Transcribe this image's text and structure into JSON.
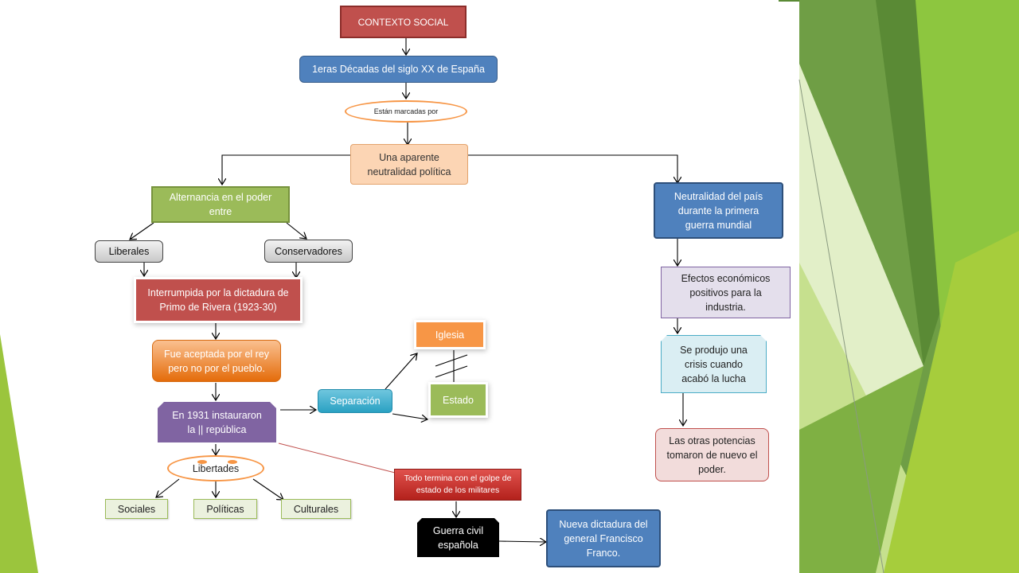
{
  "colors": {
    "accent_green": "#8dc63f",
    "node_red": "#c0504d",
    "node_blue": "#4f81bd",
    "node_green": "#9bbb59",
    "node_purple": "#8064a2",
    "node_orange": "#f79646"
  },
  "diagram": {
    "title": "CONTEXTO SOCIAL",
    "decadas": "1eras Décadas del siglo XX de España",
    "marcadas": "Están marcadas por",
    "neutralidad": "Una aparente neutralidad política",
    "alternancia": "Alternancia en el poder entre",
    "liberales": "Liberales",
    "conservadores": "Conservadores",
    "interrumpida": "Interrumpida por la dictadura de Primo de Rivera (1923-30)",
    "aceptada": "Fue aceptada por el rey pero no por el pueblo.",
    "republica": "En 1931 instauraron la || república",
    "separacion": "Separación",
    "iglesia": "Iglesia",
    "estado": "Estado",
    "libertades": "Libertades",
    "sociales": "Sociales",
    "politicas": "Políticas",
    "culturales": "Culturales",
    "golpe": "Todo termina con el golpe de estado de los militares",
    "guerra": "Guerra civil española",
    "nueva_dictadura": "Nueva dictadura del general Francisco Franco.",
    "neutralidad_pais": "Neutralidad del país durante la primera guerra mundial",
    "efectos": "Efectos económicos positivos para la industria.",
    "crisis": "Se produjo una crisis cuando acabó la lucha",
    "potencias": "Las otras potencias tomaron de nuevo el poder."
  }
}
